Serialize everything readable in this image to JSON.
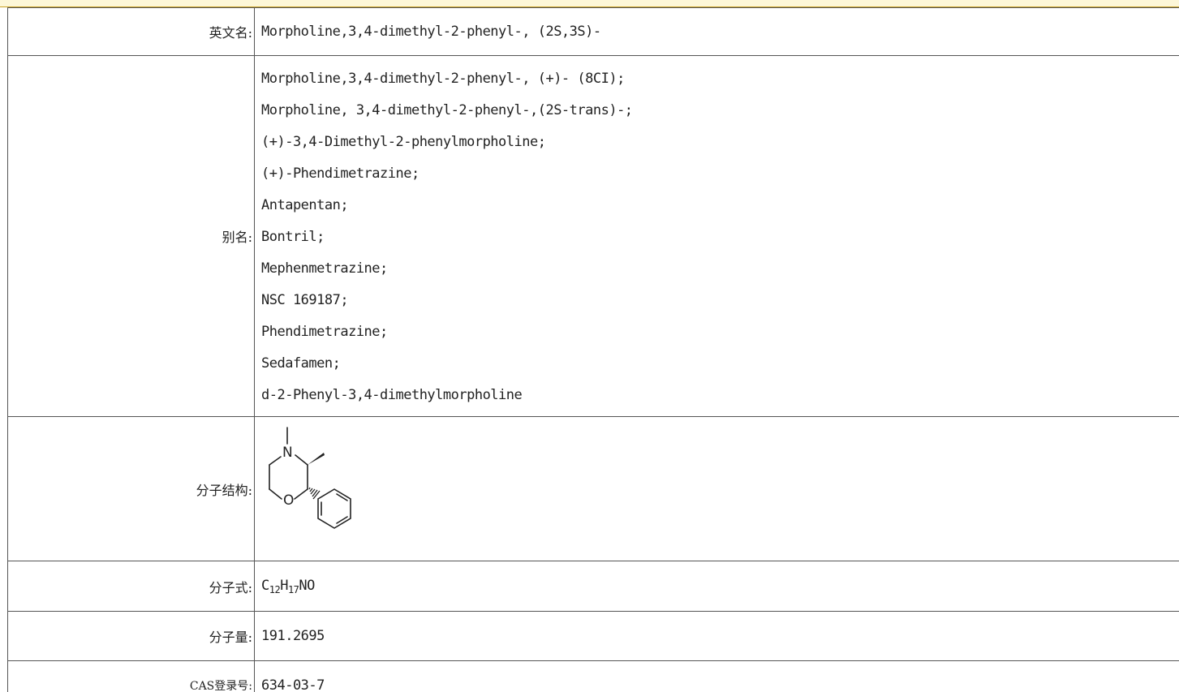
{
  "rows": {
    "english_name": {
      "label": "英文名:",
      "value": "Morpholine,3,4-dimethyl-2-phenyl-, (2S,3S)-"
    },
    "synonyms": {
      "label": "别名:",
      "items": [
        "Morpholine,3,4-dimethyl-2-phenyl-, (+)- (8CI);",
        "Morpholine, 3,4-dimethyl-2-phenyl-,(2S-trans)-;",
        "(+)-3,4-Dimethyl-2-phenylmorpholine;",
        "(+)-Phendimetrazine;",
        "Antapentan;",
        "Bontril;",
        "Mephenmetrazine;",
        "NSC 169187;",
        "Phendimetrazine;",
        "Sedafamen;",
        "d-2-Phenyl-3,4-dimethylmorpholine"
      ]
    },
    "structure": {
      "label": "分子结构:",
      "atom_n": "N",
      "atom_o": "O"
    },
    "formula": {
      "label": "分子式:",
      "c": "C",
      "c_count": "12",
      "h": "H",
      "h_count": "17",
      "rest": "NO"
    },
    "molecular_weight": {
      "label": "分子量:",
      "value": "191.2695"
    },
    "cas": {
      "label": "CAS登录号:",
      "value": "634-03-7"
    }
  }
}
